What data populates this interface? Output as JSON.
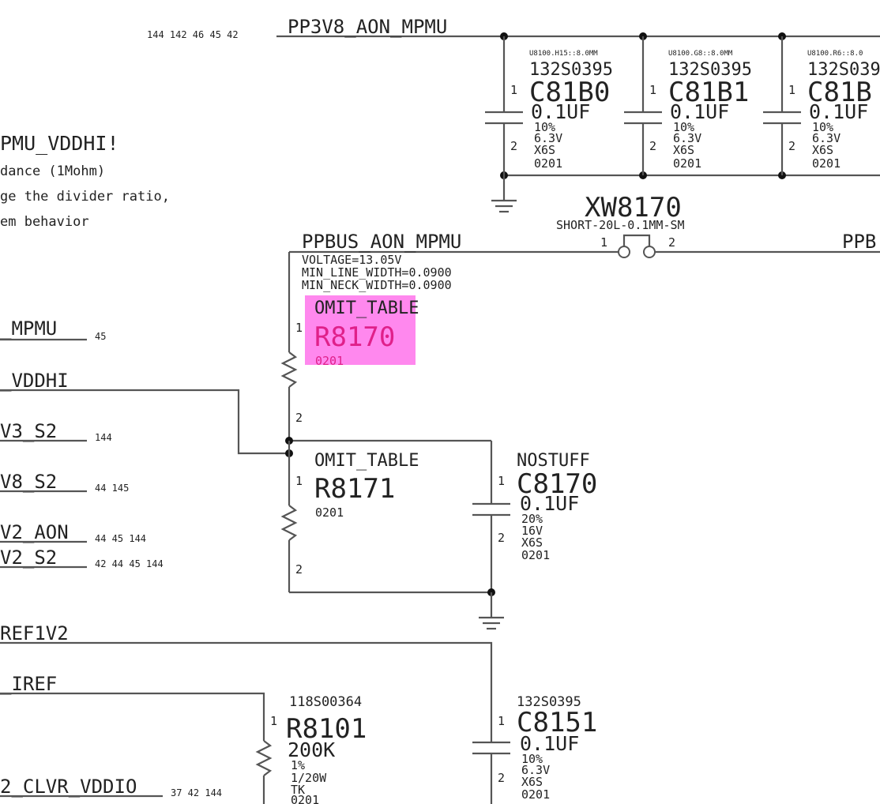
{
  "nets": {
    "pp3v8_aon_mpmu": "PP3V8_AON_MPMU",
    "pp3v8_refs": "144 142 46 45 42",
    "ppbus_aon_mpmu": "PPBUS_AON_MPMU",
    "ppbus_right": "PPB",
    "mpmu_left": "_MPMU",
    "mpmu_left_ref": "45",
    "vddhi_left": "_VDDHI",
    "v3_s2": "V3_S2",
    "v3_s2_ref": "144",
    "v8_s2": "V8_S2",
    "v8_s2_ref": "44 145",
    "v2_aon": "V2_AON",
    "v2_aon_ref": "44 45 144",
    "v2_s2": "V2_S2",
    "v2_s2_ref": "42 44 45 144",
    "ref1v2": "REF1V2",
    "iref": "_IREF",
    "clvr_vddio": "2_CLVR_VDDIO",
    "clvr_vddio_ref": "37 42 144"
  },
  "note": {
    "line1": "PMU_VDDHI!",
    "line2": "dance (1Mohm)",
    "line3": "ge the divider ratio,",
    "line4": "em behavior"
  },
  "net_props": {
    "voltage": "VOLTAGE=13.05V",
    "min_line": "MIN_LINE_WIDTH=0.0900",
    "min_neck": "MIN_NECK_WIDTH=0.0900"
  },
  "components": {
    "c81b0": {
      "loc": "U8100.H15::8.0MM",
      "pn": "132S0395",
      "ref": "C81B0",
      "value": "0.1UF",
      "tol": "10%",
      "volt": "6.3V",
      "diel": "X6S",
      "pkg": "0201",
      "pin1": "1",
      "pin2": "2"
    },
    "c81b1": {
      "loc": "U8100.G8::8.0MM",
      "pn": "132S0395",
      "ref": "C81B1",
      "value": "0.1UF",
      "tol": "10%",
      "volt": "6.3V",
      "diel": "X6S",
      "pkg": "0201",
      "pin1": "1",
      "pin2": "2"
    },
    "c81b2": {
      "loc": "U8100.R6::8.0",
      "pn": "132S039",
      "ref": "C81B",
      "value": "0.1UF",
      "tol": "10%",
      "volt": "6.3V",
      "diel": "X6S",
      "pkg": "0201",
      "pin1": "1",
      "pin2": "2"
    },
    "xw8170": {
      "ref": "XW8170",
      "type": "SHORT-20L-0.1MM-SM",
      "pin1": "1",
      "pin2": "2"
    },
    "r8170": {
      "omit": "OMIT_TABLE",
      "ref": "R8170",
      "pkg": "0201",
      "pin1": "1",
      "pin2": "2"
    },
    "r8171": {
      "omit": "OMIT_TABLE",
      "ref": "R8171",
      "pkg": "0201",
      "pin1": "1",
      "pin2": "2"
    },
    "c8170": {
      "omit": "NOSTUFF",
      "ref": "C8170",
      "value": "0.1UF",
      "tol": "20%",
      "volt": "16V",
      "diel": "X6S",
      "pkg": "0201",
      "pin1": "1",
      "pin2": "2"
    },
    "r8101": {
      "pn": "118S00364",
      "ref": "R8101",
      "value": "200K",
      "tol": "1%",
      "power": "1/20W",
      "tc": "TK",
      "pkg": "0201",
      "pin1": "1"
    },
    "c8151": {
      "pn": "132S0395",
      "ref": "C8151",
      "value": "0.1UF",
      "tol": "10%",
      "volt": "6.3V",
      "diel": "X6S",
      "pkg": "0201",
      "pin1": "1",
      "pin2": "2"
    }
  },
  "colors": {
    "wire": "#555555",
    "highlight": "#ff88ee",
    "highlight_text": "#e0208a"
  }
}
